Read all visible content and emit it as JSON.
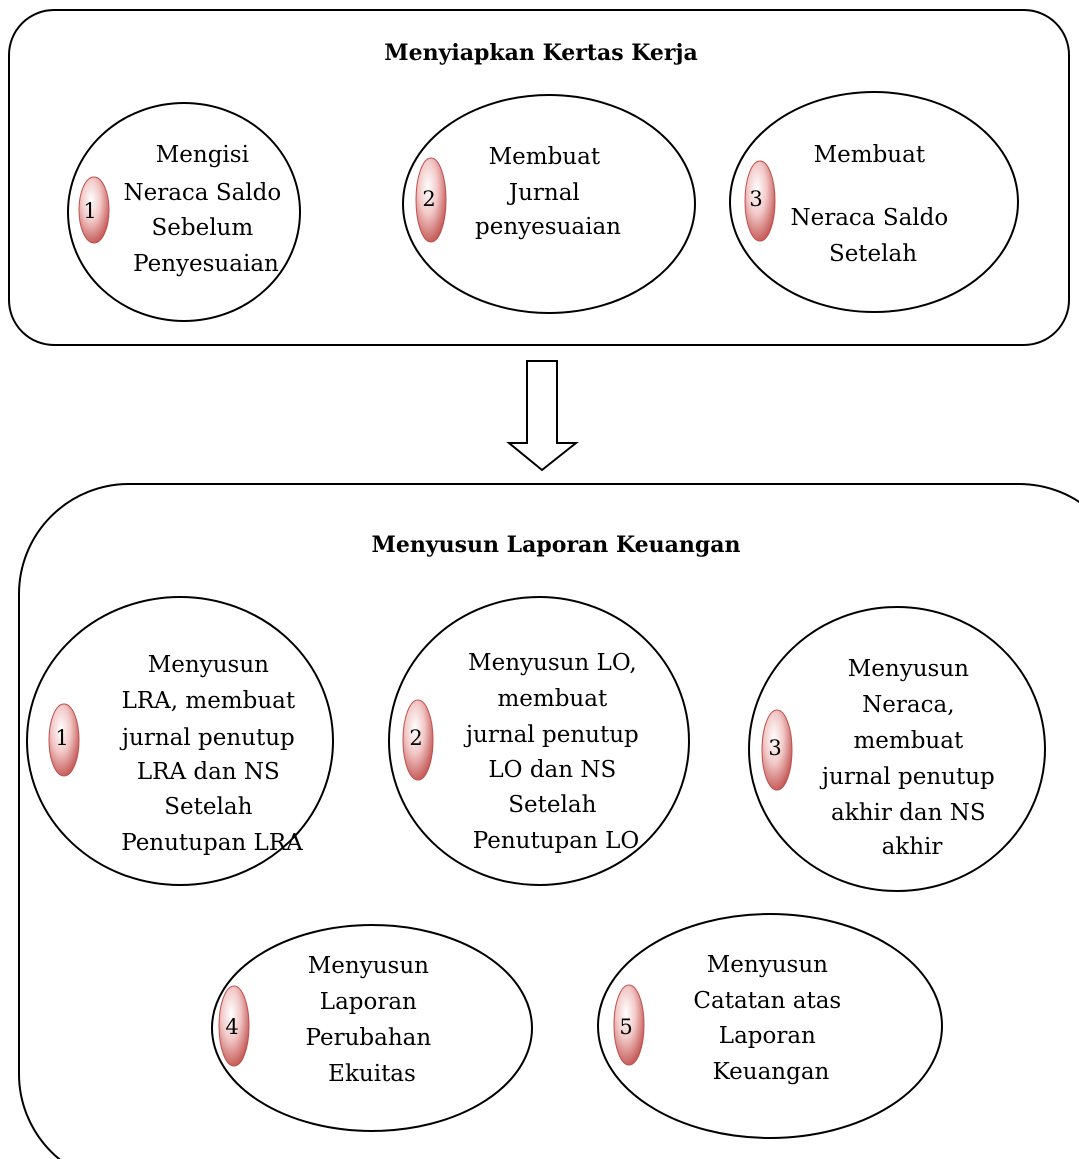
{
  "panels": [
    {
      "title": "Menyiapkan Kertas Kerja",
      "steps": [
        {
          "number": "1",
          "lines": [
            "Mengisi",
            "Neraca Saldo",
            "Sebelum",
            "Penyesuaian"
          ]
        },
        {
          "number": "2",
          "lines": [
            "Membuat",
            "Jurnal",
            "penyesuaian"
          ]
        },
        {
          "number": "3",
          "lines": [
            "Membuat",
            "",
            "Neraca Saldo",
            "Setelah"
          ]
        }
      ]
    },
    {
      "title": "Menyusun Laporan Keuangan",
      "steps": [
        {
          "number": "1",
          "lines": [
            "Menyusun",
            "LRA, membuat",
            "jurnal penutup",
            "LRA dan NS",
            "Setelah",
            "Penutupan LRA"
          ]
        },
        {
          "number": "2",
          "lines": [
            "Menyusun LO,",
            "membuat",
            "jurnal penutup",
            "LO dan NS",
            "Setelah",
            "Penutupan LO"
          ]
        },
        {
          "number": "3",
          "lines": [
            "Menyusun",
            "Neraca,",
            "membuat",
            "jurnal penutup",
            "akhir dan NS",
            "akhir"
          ]
        },
        {
          "number": "4",
          "lines": [
            "Menyusun",
            "Laporan",
            "Perubahan",
            "Ekuitas"
          ]
        },
        {
          "number": "5",
          "lines": [
            "Menyusun",
            "Catatan atas",
            "Laporan",
            "Keuangan"
          ]
        }
      ]
    }
  ]
}
